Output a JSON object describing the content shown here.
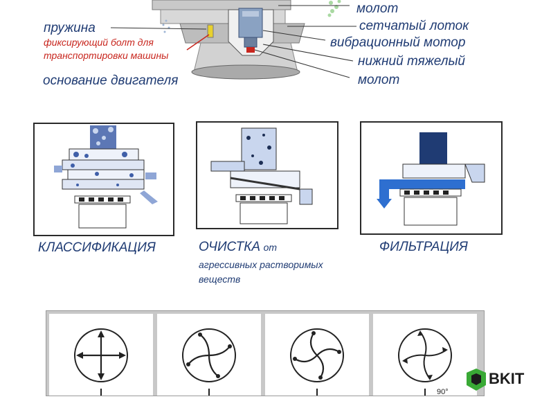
{
  "machine_labels": {
    "hammer_top": "молот",
    "spring": "пружина",
    "fixing_bolt_line1": "фиксирующий болт для",
    "fixing_bolt_line2": "транспортировки машины",
    "motor_base": "основание двигателя",
    "sieve_tray": "сетчатый лоток",
    "vibration_motor": "вибрационный мотор",
    "lower_heavy_line1": "нижний тяжелый",
    "lower_heavy_line2": "молот"
  },
  "modes": [
    {
      "caption": "КЛАССИФИКАЦИЯ"
    },
    {
      "caption": "ОЧИСТКА",
      "caption_suffix": "от",
      "subcaption_line1": "агрессивных растворимых",
      "subcaption_line2": "веществ"
    },
    {
      "caption": "ФИЛЬТРАЦИЯ"
    }
  ],
  "angle_label": "90°",
  "logo_text": "BKIT",
  "colors": {
    "label_blue": "#1f3b73",
    "accent_red": "#c8261e",
    "logo_green": "#39a935"
  }
}
